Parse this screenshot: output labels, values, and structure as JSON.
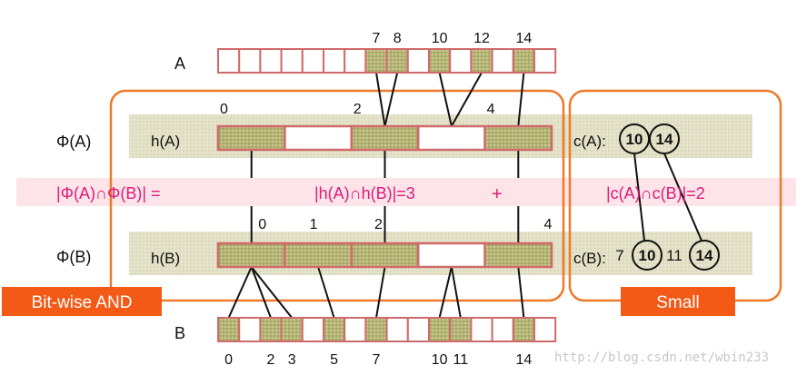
{
  "colors": {
    "orange": "#ee7a2a",
    "cell_border": "#d06a6a",
    "pattern_fill": "#c9c98b",
    "band": "#e8e6cf",
    "pink_band": "#fce4e8",
    "pink_text": "#e0197a",
    "badge": "#f25a16"
  },
  "labels": {
    "a": "A",
    "b": "B",
    "phi_a": "Φ(A)",
    "phi_b": "Φ(B)",
    "h_a": "h(A)",
    "h_b": "h(B)",
    "c_a_prefix": "c(A):",
    "c_b_prefix": "c(B):",
    "bitwise_badge": "Bit-wise AND",
    "small_badge": "Small",
    "watermark": "http://blog.csdn.net/wbin233"
  },
  "equation": {
    "lhs": "|Φ(A)∩Φ(B)| =",
    "middle": "|h(A)∩h(B)|=3",
    "plus": "+",
    "right": "|c(A)∩c(B)|=2"
  },
  "set_a": {
    "cell_count": 16,
    "filled": [
      7,
      8,
      10,
      12,
      14
    ],
    "top_labels": [
      "7",
      "8",
      "10",
      "12",
      "14"
    ]
  },
  "set_b": {
    "cell_count": 16,
    "filled": [
      0,
      2,
      3,
      5,
      7,
      10,
      11,
      14
    ],
    "bottom_labels": [
      "0",
      "2",
      "3",
      "5",
      "7",
      "10",
      "11",
      "14"
    ]
  },
  "h_a": {
    "segments": 5,
    "filled": [
      0,
      2,
      4
    ],
    "labels": [
      "0",
      "2",
      "4"
    ]
  },
  "h_b": {
    "segments": 5,
    "filled": [
      0,
      1,
      2,
      4
    ],
    "labels": [
      "0",
      "1",
      "2",
      "4"
    ]
  },
  "c_a": {
    "values": [
      "10",
      "14"
    ]
  },
  "c_b": {
    "items": [
      "7",
      "10",
      "11",
      "14"
    ],
    "circled": [
      "10",
      "14"
    ]
  }
}
